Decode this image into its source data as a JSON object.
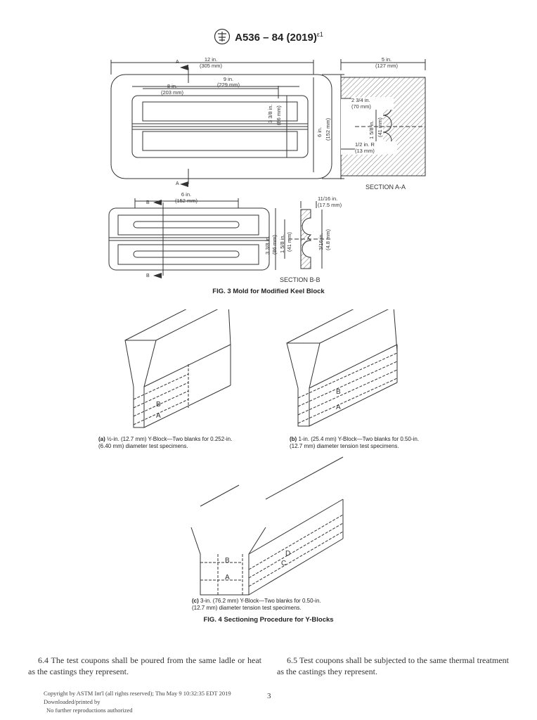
{
  "header": {
    "designation": "A536 – 84 (2019)",
    "epsilon": "ε1",
    "logo_icon": "astm-logo-icon"
  },
  "fig3": {
    "caption": "FIG. 3 Mold for Modified Keel Block",
    "plan": {
      "d_12in": "12 in.",
      "d_305": "(305 mm)",
      "d_9in": "9 in.",
      "d_229": "(229 mm)",
      "d_8in": "8 in.",
      "d_203": "(203 mm)",
      "d_338in": "3 3/8 in.",
      "d_86": "(86 mm)",
      "d_6in": "6 in.",
      "d_152": "(152 mm)",
      "sec_a": "A"
    },
    "section_aa": {
      "title": "SECTION A-A",
      "d_5in": "5 in.",
      "d_127": "(127 mm)",
      "d_234in": "2 3/4 in.",
      "d_70": "(70 mm)",
      "d_158in": "1 5/8 in.",
      "d_41": "(41 mm)",
      "d_12r": "1/2 in. R",
      "d_13": "(13 mm)"
    },
    "plan_b": {
      "d_6in": "6 in.",
      "d_152": "(152 mm)",
      "d_338in": "3 3/8 in.",
      "d_86": "(86 mm)",
      "d_158in": "1 5/8 in.",
      "d_41": "(41 mm)",
      "sec_b": "B"
    },
    "section_bb": {
      "title": "SECTION B-B",
      "d_1116in": "11/16 in.",
      "d_175": "(17.5 mm)",
      "d_316in": "3/16 in.",
      "d_48": "(4.8 mm)"
    }
  },
  "fig4": {
    "caption": "FIG. 4 Sectioning Procedure for Y-Blocks",
    "a": {
      "tag": "(a)",
      "text": " ½-in. (12.7 mm) Y-Block—Two blanks for 0.252-in.",
      "text2": "(6.40 mm) diameter test specimens.",
      "lbl_a": "A",
      "lbl_b": "B"
    },
    "b": {
      "tag": "(b)",
      "text": " 1-in. (25.4 mm) Y-Block—Two blanks for 0.50-in.",
      "text2": "(12.7 mm) diameter tension test specimens.",
      "lbl_a": "A",
      "lbl_b": "B"
    },
    "c": {
      "tag": "(c)",
      "text": " 3-in. (76.2 mm) Y-Block—Two blanks for 0.50-in.",
      "text2": "(12.7 mm) diameter tension test specimens.",
      "lbl_a": "A",
      "lbl_b": "B",
      "lbl_c": "C",
      "lbl_d": "D"
    }
  },
  "body": {
    "p64": "6.4 The test coupons shall be poured from the same ladle or heat as the castings they represent.",
    "p65": "6.5 Test coupons shall be subjected to the same thermal treatment as the castings they represent."
  },
  "footer": {
    "line1": "Copyright by ASTM Int'l (all rights reserved); Thu May  9 10:32:35 EDT 2019",
    "line2": "Downloaded/printed by",
    "line3": "No further reproductions authorized",
    "page": "3"
  }
}
